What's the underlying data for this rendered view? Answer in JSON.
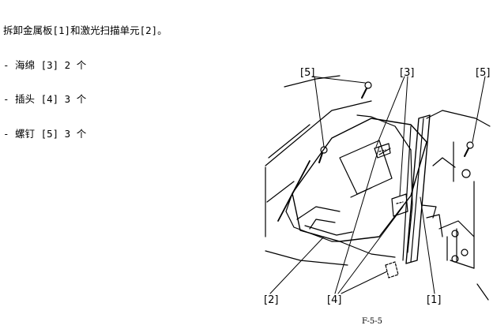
{
  "instructions": {
    "title": "拆卸金属板[1]和激光扫描单元[2]。",
    "items": [
      "- 海绵 [3] 2 个",
      "- 插头 [4] 3 个",
      "- 螺钉 [5] 3 个"
    ]
  },
  "figure": {
    "callouts": {
      "screw_left": "[5]",
      "sponge_top": "[3]",
      "screw_right": "[5]",
      "laser_unit": "[2]",
      "connector": "[4]",
      "metal_plate": "[1]"
    },
    "caption": "F-5-5"
  }
}
